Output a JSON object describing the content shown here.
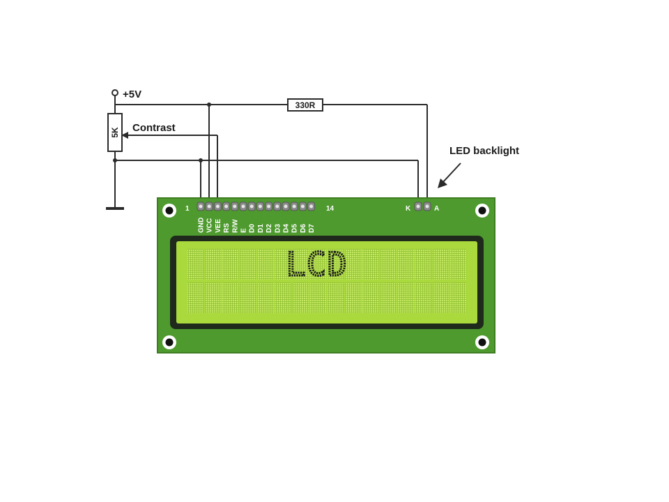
{
  "supply": {
    "label": "+5V"
  },
  "potentiometer": {
    "value": "5K",
    "wiper_label": "Contrast"
  },
  "resistor": {
    "value": "330R"
  },
  "backlight": {
    "label": "LED backlight"
  },
  "module": {
    "first_pin": "1",
    "last_pin": "14",
    "backlight_pins": [
      "K",
      "A"
    ],
    "pins": [
      "GND",
      "VCC",
      "VEE",
      "RS",
      "R/W",
      "E",
      "D0",
      "D1",
      "D2",
      "D3",
      "D4",
      "D5",
      "D6",
      "D7"
    ],
    "display_text": "LCD",
    "rows": 2,
    "columns": 16
  },
  "colors": {
    "pcb": "#4e9a2e",
    "pcb_edge": "#3d7d22",
    "bezel": "#1f2a1c",
    "screen": "#a9d93c",
    "pixel": "#c4e864",
    "pixel_grid": "#94c832",
    "text": "#1a1a1a"
  }
}
